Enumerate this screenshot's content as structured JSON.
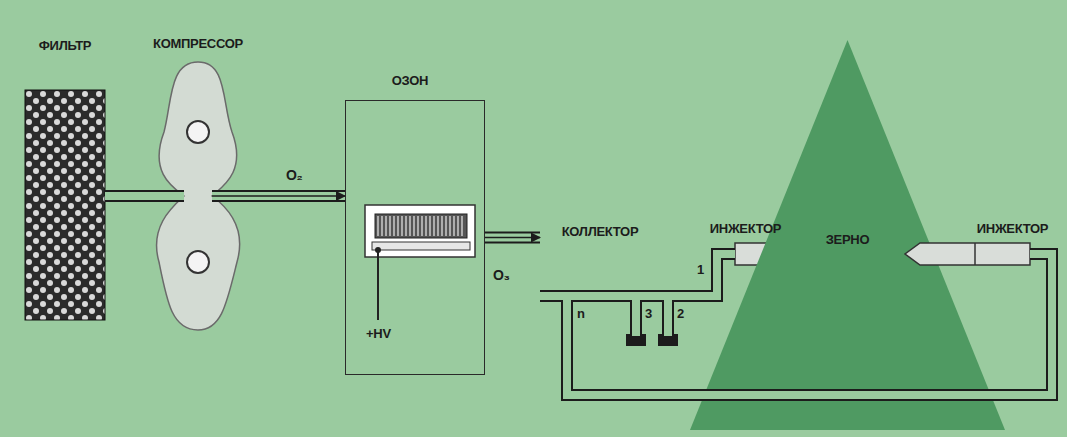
{
  "diagram": {
    "nodes": [
      {
        "text": [
          "ФИЛЬТР"
        ]
      },
      {
        "text": [
          "КОМПРЕССОР"
        ]
      },
      {
        "text": [
          "ОЗОН"
        ]
      },
      {
        "text": [
          "КОЛЛЕКТОР"
        ]
      },
      {
        "text": [
          "ИНЖЕКТОР"
        ]
      },
      {
        "text": [
          "ЗЕРНО"
        ]
      },
      {
        "text": [
          "ИНЖЕКТОР"
        ]
      }
    ],
    "edges": [
      {
        "from": 0,
        "to": 1,
        "arrow": "none"
      },
      {
        "from": 1,
        "to": 2,
        "label": "O₂",
        "arrow": "to"
      },
      {
        "from": 2,
        "to": 3,
        "label": "O₃",
        "arrow": "to"
      },
      {
        "from": 3,
        "to": 4,
        "arrow": "none"
      },
      {
        "from": 3,
        "to": 6,
        "arrow": "none"
      }
    ],
    "labels": [
      "+HV",
      "n",
      "3",
      "2",
      "1"
    ]
  }
}
